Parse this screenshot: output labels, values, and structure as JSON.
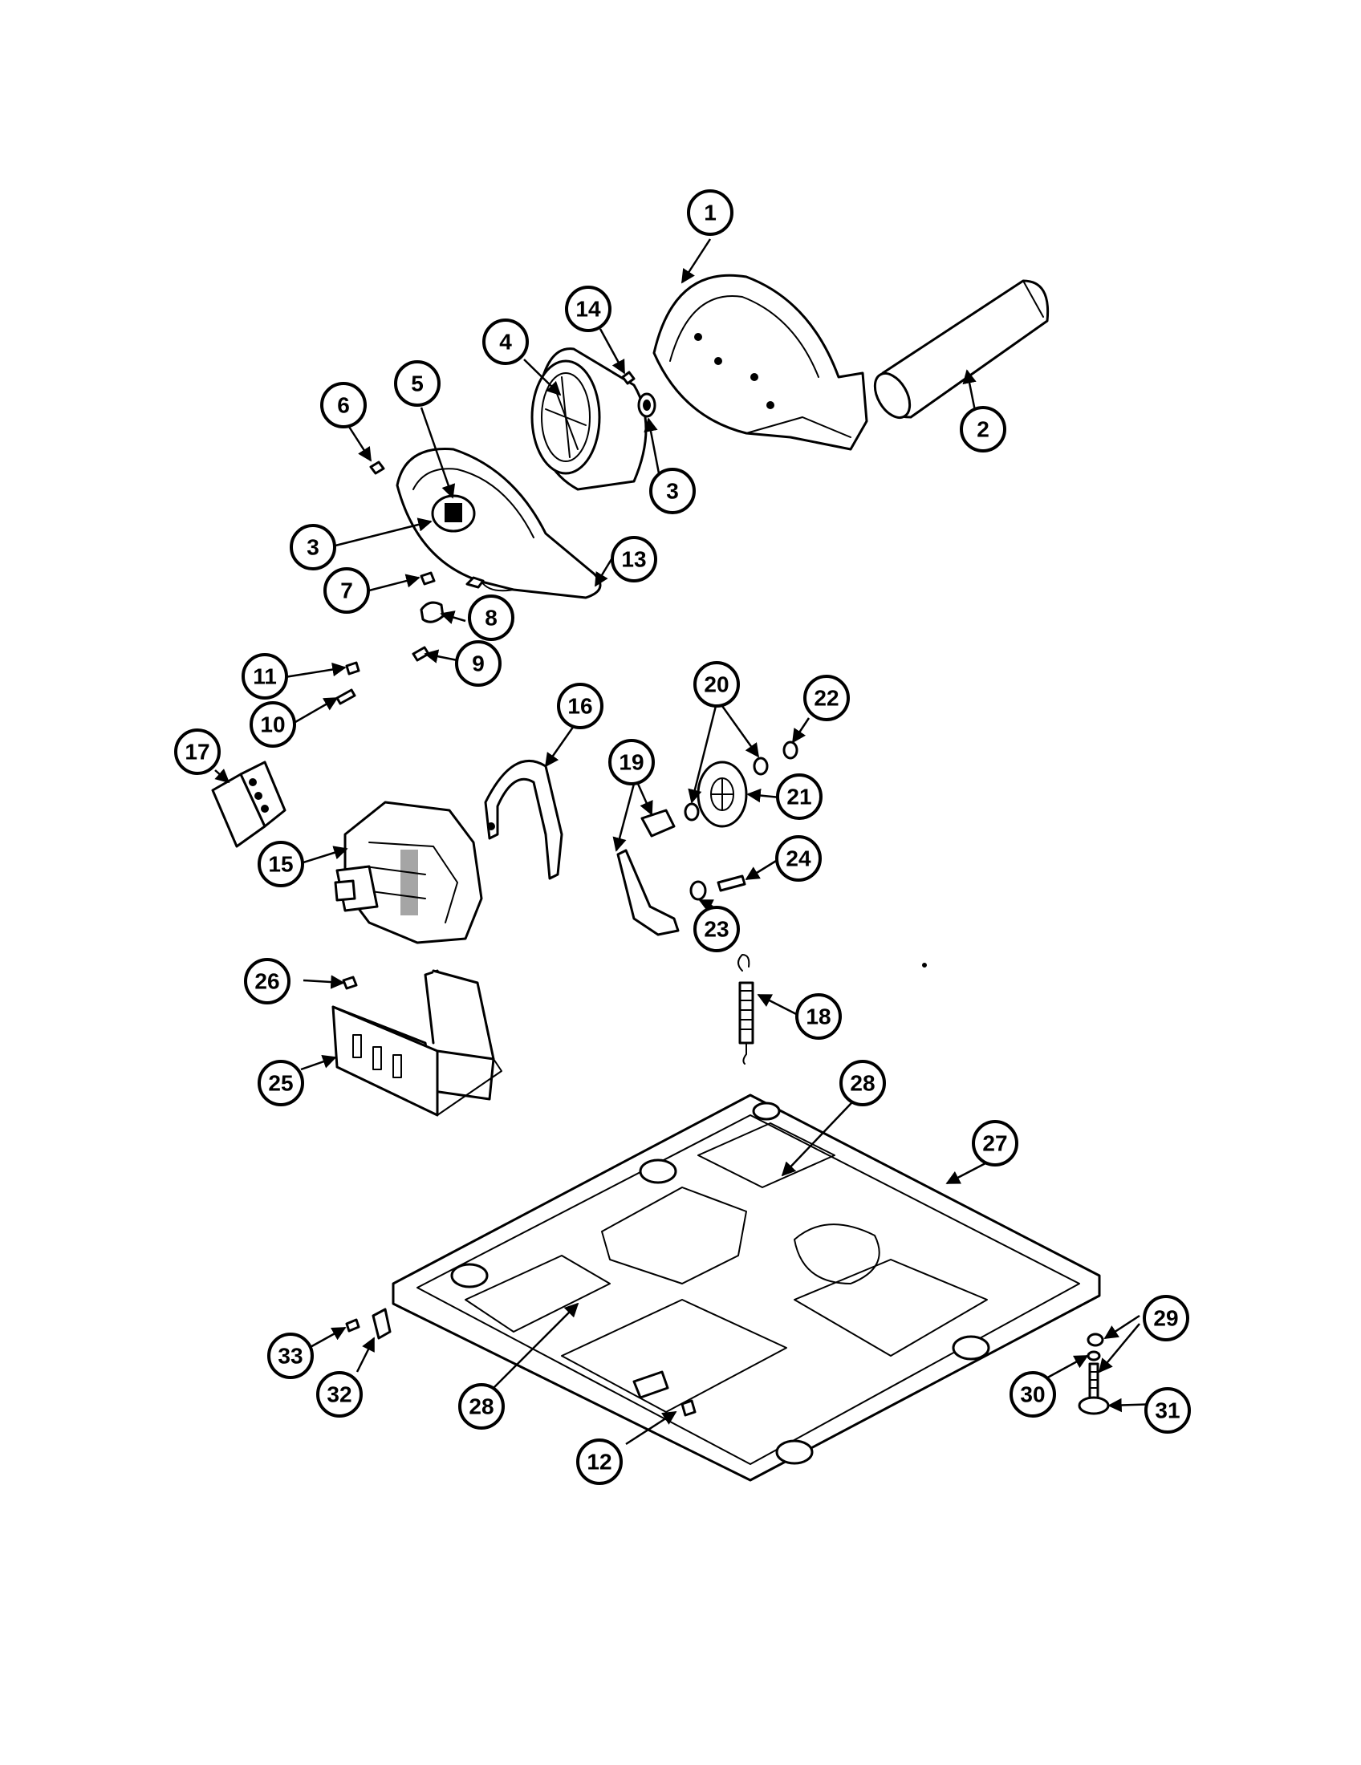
{
  "callouts": [
    {
      "label": "1"
    },
    {
      "label": "2"
    },
    {
      "label": "3"
    },
    {
      "label": "3"
    },
    {
      "label": "4"
    },
    {
      "label": "5"
    },
    {
      "label": "6"
    },
    {
      "label": "7"
    },
    {
      "label": "8"
    },
    {
      "label": "9"
    },
    {
      "label": "10"
    },
    {
      "label": "11"
    },
    {
      "label": "13"
    },
    {
      "label": "14"
    },
    {
      "label": "15"
    },
    {
      "label": "16"
    },
    {
      "label": "17"
    },
    {
      "label": "18"
    },
    {
      "label": "19"
    },
    {
      "label": "20"
    },
    {
      "label": "21"
    },
    {
      "label": "22"
    },
    {
      "label": "23"
    },
    {
      "label": "24"
    },
    {
      "label": "25"
    },
    {
      "label": "26"
    },
    {
      "label": "27"
    },
    {
      "label": "28"
    },
    {
      "label": "28"
    },
    {
      "label": "29"
    },
    {
      "label": "30"
    },
    {
      "label": "31"
    },
    {
      "label": "32"
    },
    {
      "label": "33"
    },
    {
      "label": "12"
    }
  ]
}
